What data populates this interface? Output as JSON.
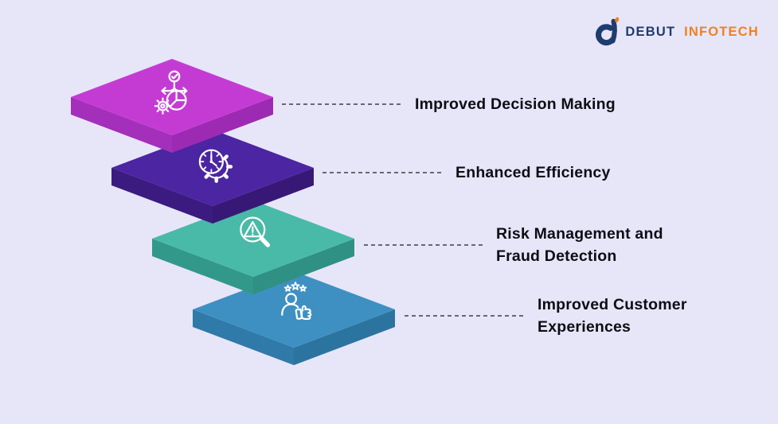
{
  "palette": {
    "background": "#e7e6f8",
    "label_text": "#0d0d15",
    "connector": "#55555f",
    "icon_stroke": "#ffffff"
  },
  "logo": {
    "brand_primary": "DEBUT",
    "brand_secondary": "INFOTECH",
    "primary_color": "#1f3c6e",
    "secondary_color": "#ef8121",
    "mark_icon": "debut-infotech-d-mark"
  },
  "diagram": {
    "items": [
      {
        "id": "improved-decision-making",
        "label_line1": "Improved Decision Making",
        "label_line2": "",
        "icon": "decision-paths-piechart-gear-icon",
        "colors": {
          "top": "#c43bd4",
          "left": "#a42fba",
          "right": "#9d2ab2"
        }
      },
      {
        "id": "enhanced-efficiency",
        "label_line1": "Enhanced Efficiency",
        "label_line2": "",
        "icon": "clock-gear-icon",
        "colors": {
          "top": "#4b25a2",
          "left": "#3b1b80",
          "right": "#371877"
        }
      },
      {
        "id": "risk-management-fraud-detection",
        "label_line1": "Risk Management and",
        "label_line2": "Fraud Detection",
        "icon": "magnifier-warning-triangle-icon",
        "colors": {
          "top": "#49baa7",
          "left": "#32988a",
          "right": "#2f9183"
        }
      },
      {
        "id": "improved-customer-experiences",
        "label_line1": "Improved Customer",
        "label_line2": "Experiences",
        "icon": "person-thumbs-up-stars-icon",
        "colors": {
          "top": "#3f90c2",
          "left": "#2f7aa9",
          "right": "#2c74a0"
        }
      }
    ]
  }
}
